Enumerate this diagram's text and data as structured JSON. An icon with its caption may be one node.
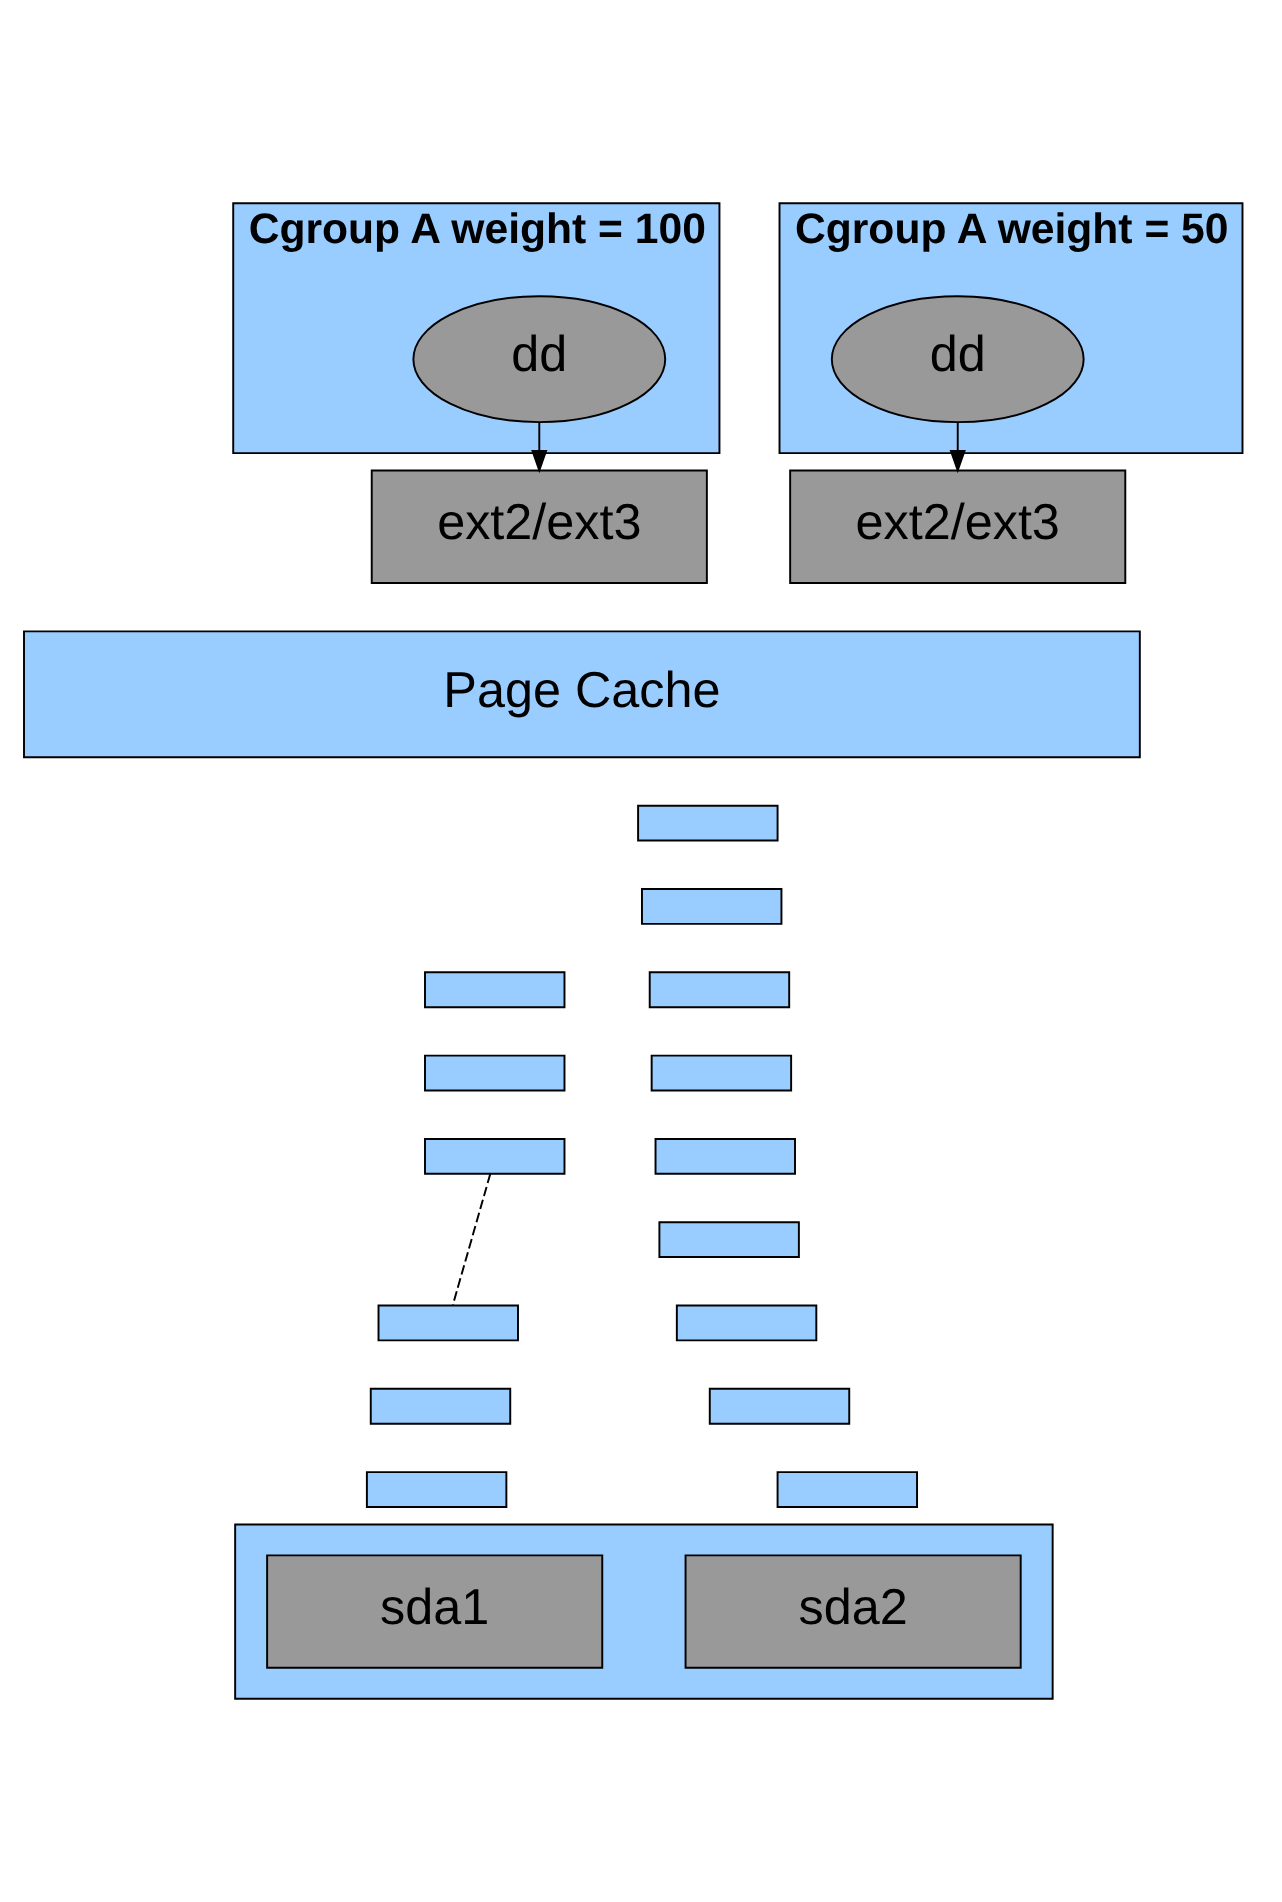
{
  "diagram": {
    "nodes": [
      {
        "text": [
          "Cgroup A weight = 100"
        ]
      },
      {
        "text": [
          "dd"
        ],
        "in": 0
      },
      {
        "text": [
          "Cgroup A weight = 50"
        ]
      },
      {
        "text": [
          "dd"
        ],
        "in": 2
      },
      {
        "text": [
          "ext2/ext3"
        ]
      },
      {
        "text": [
          "ext2/ext3"
        ]
      },
      {
        "text": [
          "Page Cache"
        ]
      },
      {
        "text": [],
        "shape": "bar"
      },
      {
        "text": [],
        "shape": "bar"
      },
      {
        "text": [],
        "shape": "bar"
      },
      {
        "text": [],
        "shape": "bar"
      },
      {
        "text": [],
        "shape": "bar"
      },
      {
        "text": [],
        "shape": "bar"
      },
      {
        "text": [],
        "shape": "bar"
      },
      {
        "text": [],
        "shape": "bar"
      },
      {
        "text": [],
        "shape": "bar"
      },
      {
        "text": [],
        "shape": "bar"
      },
      {
        "text": [],
        "shape": "bar"
      },
      {
        "text": [],
        "shape": "bar"
      },
      {
        "text": [],
        "shape": "bar"
      },
      {
        "text": [],
        "shape": "bar"
      },
      {
        "text": [],
        "shape": "bar"
      },
      {
        "text": [],
        "shape": "box"
      },
      {
        "text": [
          "sda1"
        ],
        "in": 22
      },
      {
        "text": [
          "sda2"
        ],
        "in": 22
      }
    ],
    "edges": [
      {
        "from": 1,
        "to": 4,
        "arrow": "to"
      },
      {
        "from": 3,
        "to": 5,
        "arrow": "to"
      },
      {
        "from": 9,
        "to": 10,
        "arrow": "none",
        "style": "dashed"
      }
    ]
  }
}
